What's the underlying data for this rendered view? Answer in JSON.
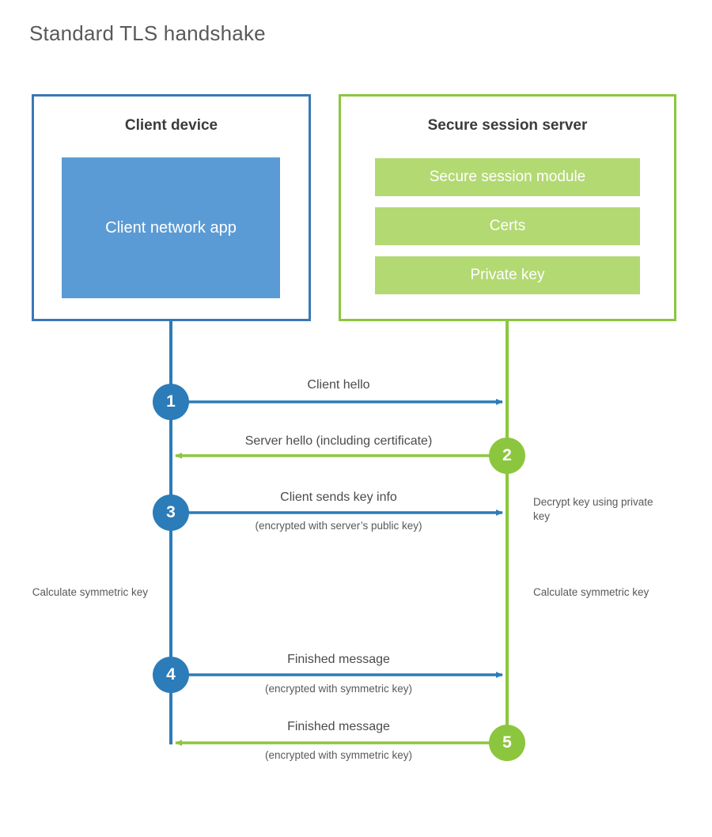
{
  "title": "Standard TLS handshake",
  "colors": {
    "client_border": "#3a78b5",
    "client_app_fill": "#5b9bd5",
    "client_accent": "#2b7cb9",
    "server_border": "#8cc63e",
    "server_bar_fill": "#b3d973",
    "server_accent": "#8cc63e",
    "text": "#4b4b4b",
    "background": "#ffffff"
  },
  "parties": {
    "client": {
      "title": "Client device",
      "app_label": "Client network app"
    },
    "server": {
      "title": "Secure session server",
      "components": [
        {
          "label": "Secure session module"
        },
        {
          "label": "Certs"
        },
        {
          "label": "Private key"
        }
      ]
    }
  },
  "steps": [
    {
      "number": "1",
      "side": "client",
      "direction": "client-to-server",
      "label": "Client hello",
      "sublabel": ""
    },
    {
      "number": "2",
      "side": "server",
      "direction": "server-to-client",
      "label": "Server hello (including certificate)",
      "sublabel": ""
    },
    {
      "number": "3",
      "side": "client",
      "direction": "client-to-server",
      "label": "Client sends key info",
      "sublabel": "(encrypted with server’s public key)"
    },
    {
      "number": "4",
      "side": "client",
      "direction": "client-to-server",
      "label": "Finished message",
      "sublabel": "(encrypted with symmetric key)"
    },
    {
      "number": "5",
      "side": "server",
      "direction": "server-to-client",
      "label": "Finished message",
      "sublabel": "(encrypted with symmetric key)"
    }
  ],
  "annotations": {
    "server_decrypt": "Decrypt key using private key",
    "client_calculate": "Calculate symmetric key",
    "server_calculate": "Calculate symmetric key"
  }
}
